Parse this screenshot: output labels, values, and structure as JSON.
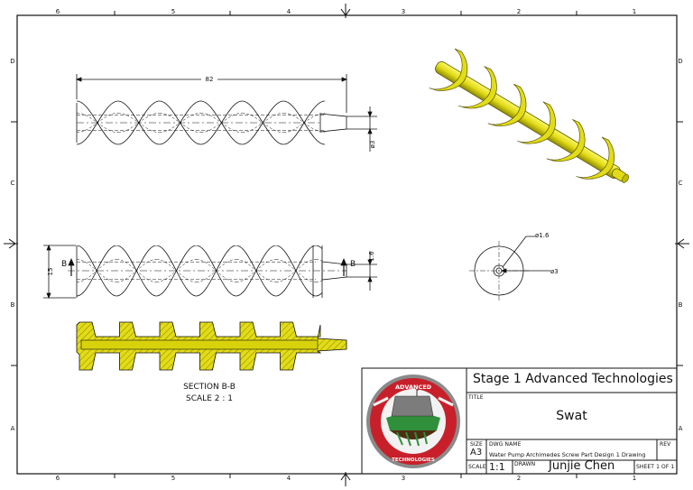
{
  "border": {
    "top_zones": [
      "6",
      "5",
      "4",
      "3",
      "2",
      "1"
    ],
    "bottom_zones": [
      "6",
      "5",
      "4",
      "3",
      "2",
      "1"
    ],
    "left_rows": [
      "D",
      "C",
      "B",
      "A"
    ],
    "right_rows": [
      "D",
      "C",
      "B",
      "A"
    ]
  },
  "views": {
    "front": {
      "length_dim": "82",
      "tip_dia_dim": "ø3"
    },
    "side": {
      "height_dim": "15",
      "tip_dim": "1.6",
      "section_mark_left": "B",
      "section_mark_right": "B"
    },
    "end_view": {
      "inner_dia": "ø1.6",
      "outer_dia": "ø3"
    },
    "section": {
      "title": "SECTION B-B",
      "scale": "SCALE 2 : 1"
    }
  },
  "title_block": {
    "company": "Stage 1 Advanced Technologies",
    "title_label": "TITLE",
    "title": "Swat",
    "size_label": "SIZE",
    "size": "A3",
    "dwg_name_label": "DWG NAME",
    "dwg_name": "Water Pump Archimedes Screw Part Design 1 Drawing",
    "rev_label": "REV",
    "scale_label": "SCALE",
    "scale": "1:1",
    "drawn_label": "DRAWN",
    "drawn_by": "Junjie Chen",
    "sheet": "SHEET 1 OF 1",
    "logo_text_top": "ADVANCED",
    "logo_text_bottom": "TECHNOLOGIES"
  },
  "colors": {
    "line": "#111111",
    "part_fill": "#e2dc18",
    "part_dark": "#a7a200",
    "logo_red": "#c8202a",
    "logo_green": "#2f8f3a"
  }
}
